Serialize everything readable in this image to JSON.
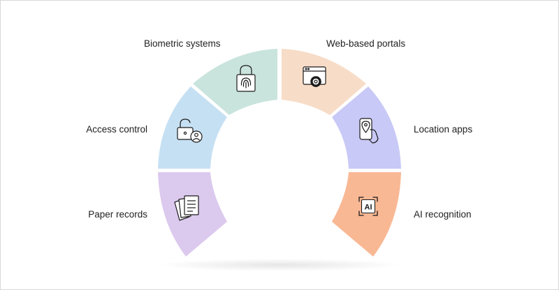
{
  "segments": [
    {
      "id": "paper-records",
      "label": "Paper records",
      "color": "#dcc9ee",
      "icon": "documents-icon"
    },
    {
      "id": "access-control",
      "label": "Access control",
      "color": "#c6e0f3",
      "icon": "padlock-user-icon"
    },
    {
      "id": "biometric-systems",
      "label": "Biometric systems",
      "color": "#c9e4dd",
      "icon": "padlock-fingerprint-icon"
    },
    {
      "id": "web-based-portals",
      "label": "Web-based portals",
      "color": "#f7dcc7",
      "icon": "browser-gear-icon"
    },
    {
      "id": "location-apps",
      "label": "Location apps",
      "color": "#c9c9f7",
      "icon": "phone-location-icon"
    },
    {
      "id": "ai-recognition",
      "label": "AI recognition",
      "color": "#f9b894",
      "icon": "ai-scan-icon",
      "icon_text": "AI"
    }
  ]
}
